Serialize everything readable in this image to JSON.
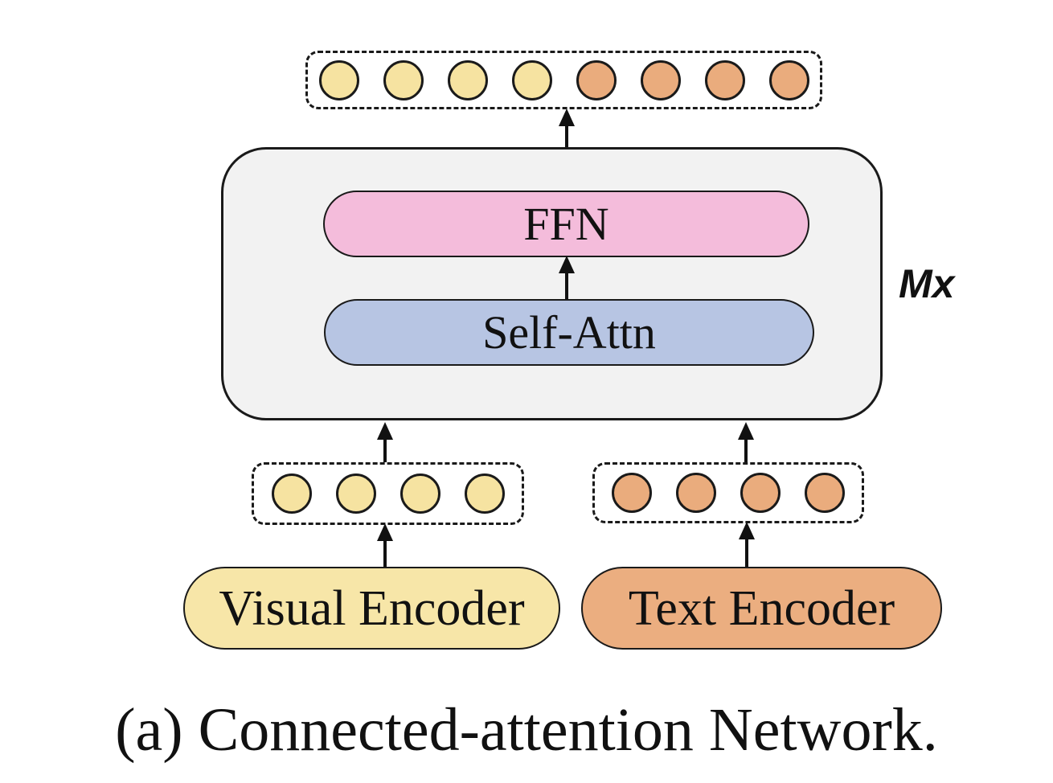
{
  "figure": {
    "caption": "(a) Connected-attention Network.",
    "repeat_label": "Mx",
    "blocks": {
      "ffn": "FFN",
      "self_attn": "Self-Attn",
      "visual_encoder": "Visual Encoder",
      "text_encoder": "Text Encoder"
    },
    "colors": {
      "visual_token": "#F6E3A1",
      "text_token": "#EAAC7D",
      "visual_encoder_fill": "#F7E6A8",
      "text_encoder_fill": "#EBAE80",
      "ffn_fill": "#F4BCDB",
      "self_attn_fill": "#B7C5E3",
      "fusion_fill": "#F2F2F2",
      "outline": "#1A1A1A"
    },
    "tokens": {
      "output": [
        "visual_token",
        "visual_token",
        "visual_token",
        "visual_token",
        "text_token",
        "text_token",
        "text_token",
        "text_token"
      ],
      "visual": [
        "visual_token",
        "visual_token",
        "visual_token",
        "visual_token"
      ],
      "text": [
        "text_token",
        "text_token",
        "text_token",
        "text_token"
      ]
    }
  }
}
